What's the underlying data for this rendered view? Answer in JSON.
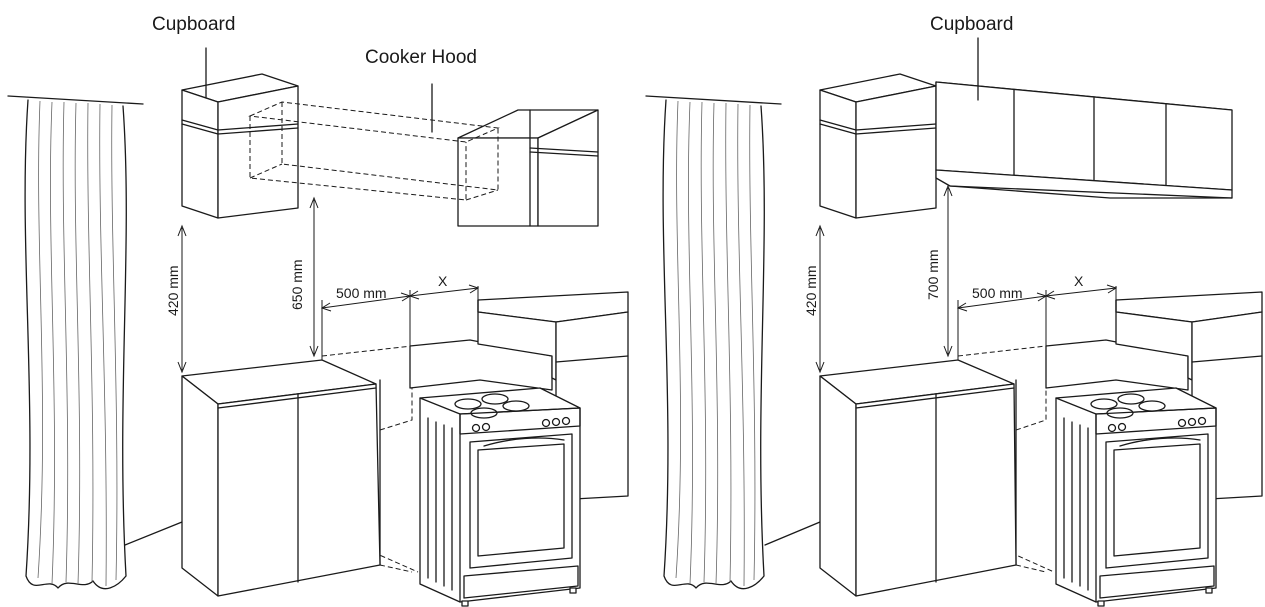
{
  "left_panel": {
    "cupboard_label": "Cupboard",
    "hood_label": "Cooker Hood",
    "side_clearance": "420 mm",
    "hood_clearance": "650 mm",
    "width_label": "500 mm",
    "x_label": "X"
  },
  "right_panel": {
    "cupboard_label": "Cupboard",
    "side_clearance": "420 mm",
    "top_clearance": "700 mm",
    "width_label": "500 mm",
    "x_label": "X"
  },
  "icons": [
    "curtain-icon",
    "kitchen-cabinet-icon",
    "cooker-icon",
    "cooker-hood-icon"
  ]
}
